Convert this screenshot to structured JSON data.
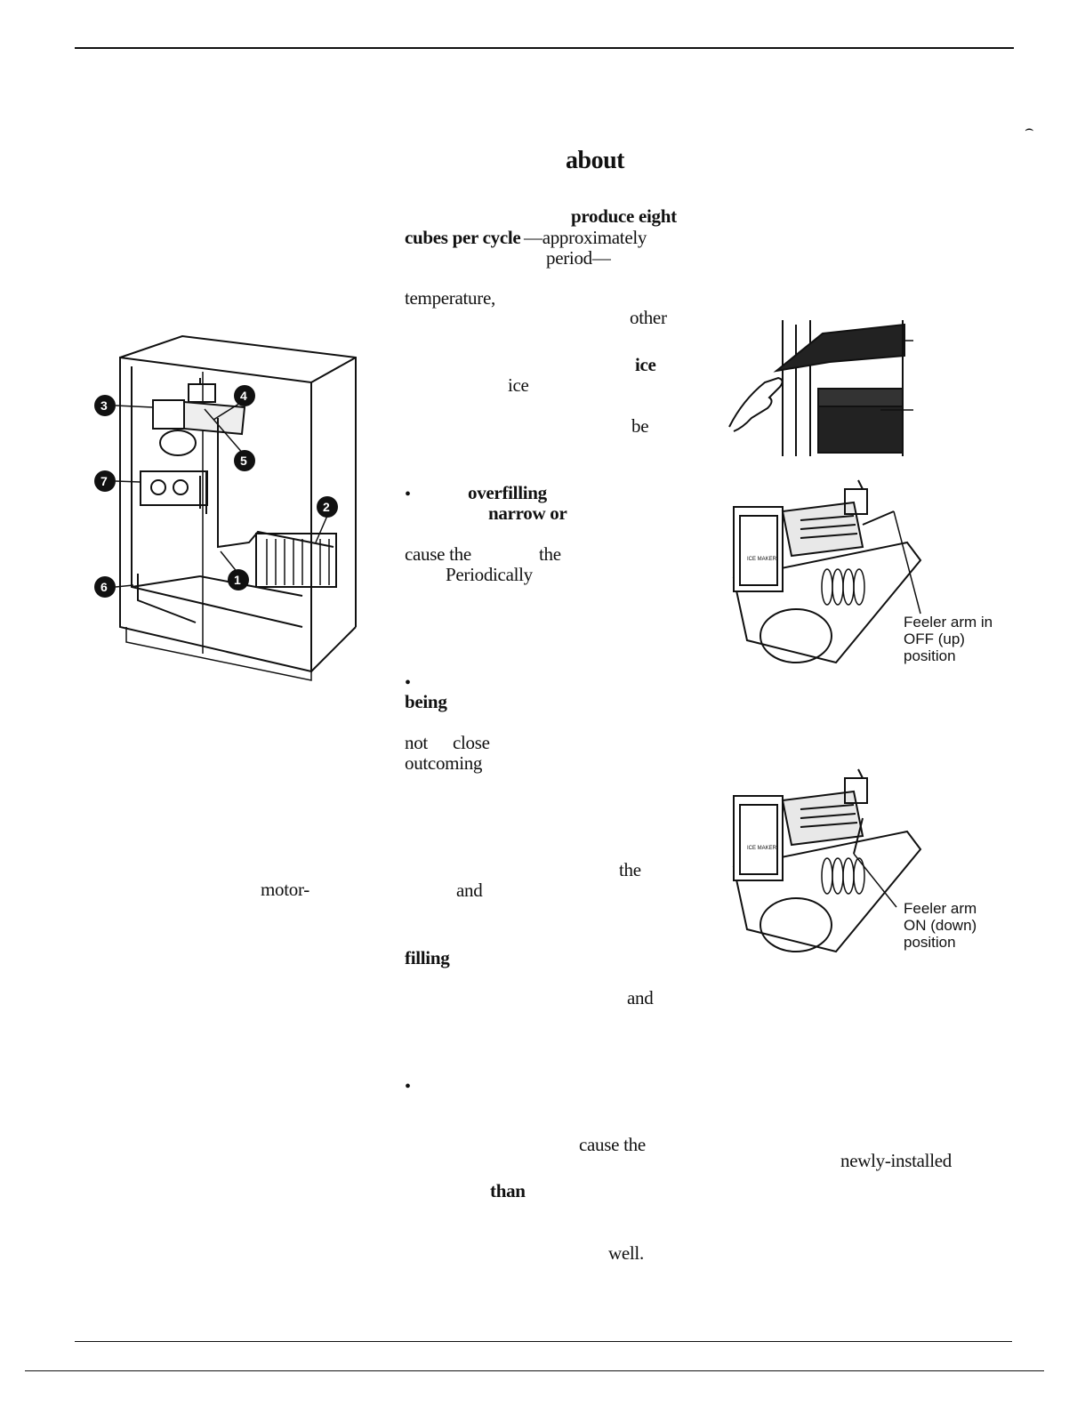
{
  "page": {
    "heading": "about",
    "corner_mark": "⌢"
  },
  "words": {
    "w1": "produce eight",
    "w2": "cubes per cycle",
    "w3": "—approximately",
    "w4": "period—",
    "w5": "temperature,",
    "w6": "other",
    "w7": "ice",
    "w8": "ice",
    "w9": "be",
    "w10": "overfilling",
    "w11": "narrow or",
    "w12": "cause the",
    "w13": "the",
    "w14": "Periodically",
    "w15": "being",
    "w16": "not",
    "w17": "close",
    "w18": "outcoming",
    "w19": "motor-",
    "w20": "the",
    "w21": "and",
    "w22": "filling",
    "w23": "and",
    "w24": "cause the",
    "w25": "newly-installed",
    "w26": "than",
    "w27": "well."
  },
  "bullets": [
    "•",
    "•",
    "•"
  ],
  "diagram": {
    "callouts": [
      "1",
      "2",
      "3",
      "4",
      "5",
      "6",
      "7"
    ]
  },
  "captions": {
    "off": {
      "line1": "Feeler arm in",
      "line2": "OFF (up)",
      "line3": "position"
    },
    "on": {
      "line1": "Feeler arm",
      "line2": "ON (down)",
      "line3": "position"
    }
  },
  "labels": {
    "ice_maker": "ICE MAKER"
  }
}
